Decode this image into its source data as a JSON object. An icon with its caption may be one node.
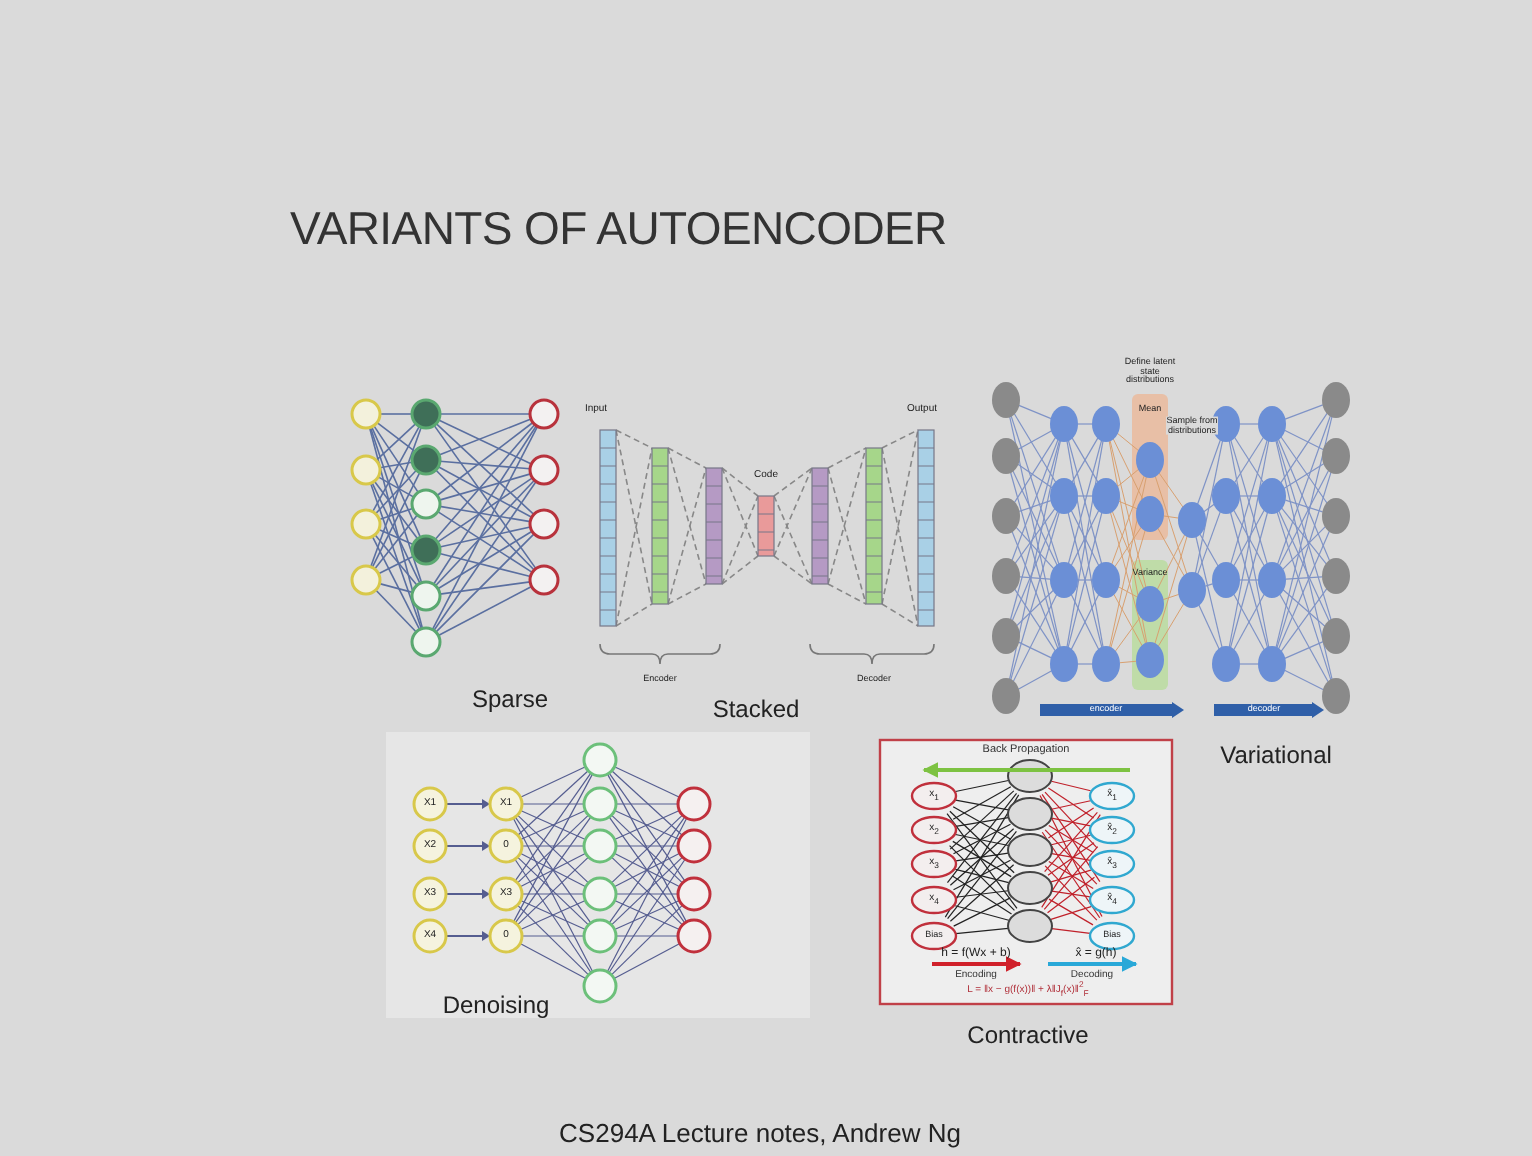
{
  "diagram": {
    "title": "VARIANTS OF AUTOENCODER",
    "caption": "CS294A Lecture notes, Andrew Ng",
    "labels": [
      "Sparse",
      "Input",
      "Output",
      "Code",
      "Encoder",
      "Decoder",
      "Stacked",
      "Define latent state distributions",
      "Mean",
      "Sample from distributions",
      "Variance",
      "encoder",
      "decoder",
      "Variational",
      "X1",
      "X2",
      "X3",
      "X4",
      "X1",
      "0",
      "X3",
      "0",
      "Denoising",
      "Back Propagation",
      "x$_{1}$",
      "x$_{2}$",
      "x$_{3}$",
      "x$_{4}$",
      "Bias",
      "x̂$_{1}$",
      "x̂$_{2}$",
      "x̂$_{3}$",
      "x̂$_{4}$",
      "Bias",
      "h = f(Wx + b)",
      "x̂ = g(h)",
      "Encoding",
      "Decoding",
      "L = ‖x − g(f(x))‖ + λ‖J$_{f}$(x)‖$^{2}$$_{F}$",
      "Contractive"
    ]
  }
}
